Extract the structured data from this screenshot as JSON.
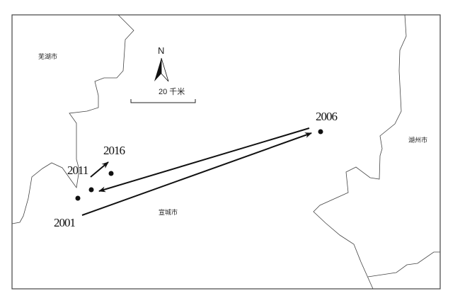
{
  "cities": {
    "wuhu": "芜湖市",
    "xuancheng": "宣城市",
    "huzhou": "湖州市"
  },
  "north_label": "N",
  "scale_label": "20 千米",
  "points": [
    {
      "year": "2001"
    },
    {
      "year": "2011"
    },
    {
      "year": "2016"
    },
    {
      "year": "2006"
    }
  ],
  "colors": {
    "line": "#111111",
    "boundary": "#444444"
  }
}
